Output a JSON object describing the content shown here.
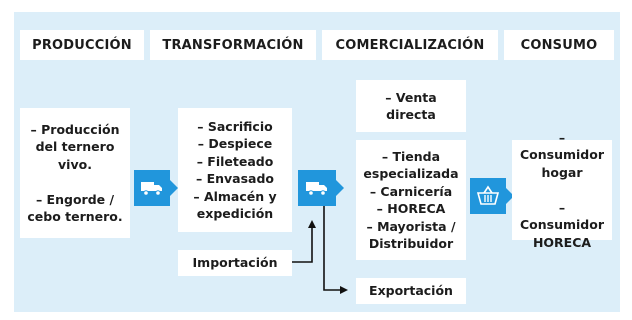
{
  "stages": [
    "PRODUCCIÓN",
    "TRANSFORMACIÓN",
    "COMERCIALIZACIÓN",
    "CONSUMO"
  ],
  "boxes": {
    "produccion": "– Producción\ndel ternero\nvivo.\n\n– Engorde /\ncebo ternero.",
    "transformacion": "– Sacrificio\n– Despiece\n– Fileteado\n– Envasado\n– Almacén y\nexpedición",
    "importacion": "Importación",
    "venta_directa": "– Venta\ndirecta",
    "tienda": "– Tienda\nespecializada\n– Carnicería\n– HORECA\n– Mayorista /\nDistribuidor",
    "consumo": "– Consumidor\nhogar\n\n– Consumidor\nHORECA",
    "exportacion": "Exportación"
  },
  "icons": {
    "truck_1": "truck-icon",
    "truck_2": "truck-icon",
    "basket": "shopping-basket-icon"
  },
  "colors": {
    "background": "#dceef9",
    "accent": "#2196dc",
    "text": "#1c1c1c",
    "arrow": "#111111"
  }
}
